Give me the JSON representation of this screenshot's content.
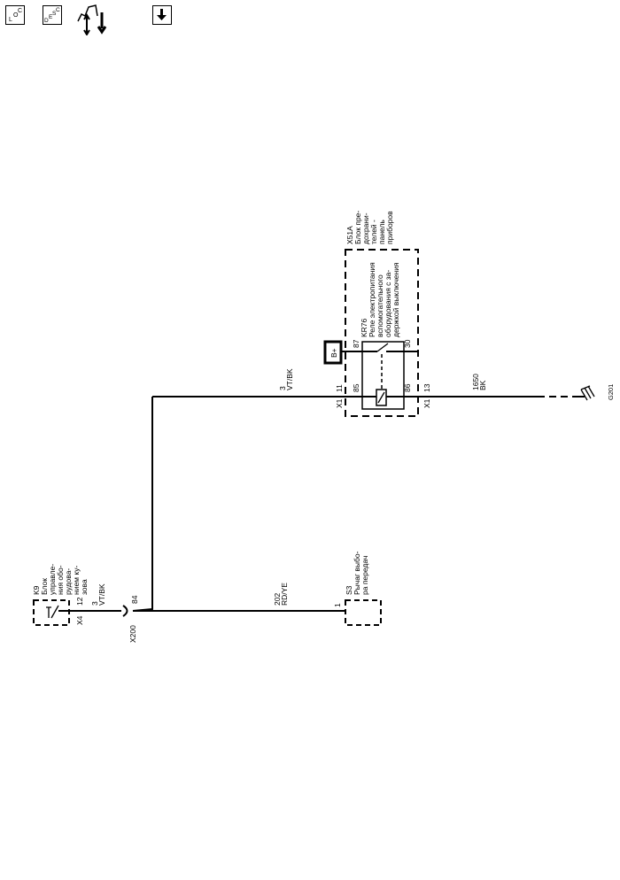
{
  "toolbar": {
    "loc_icon": "loc-icon",
    "desc_icon": "desc-icon",
    "loc_text": [
      "L",
      "O",
      "C"
    ],
    "desc_text": [
      "D",
      "E",
      "S",
      "C"
    ],
    "download_icon": "arrow-down-icon"
  },
  "diagram": {
    "x51a": {
      "lines": [
        "X51A",
        "Блок пре-",
        "дохрани-",
        "телей -",
        "панель",
        "приборов"
      ]
    },
    "kr76": {
      "lines": [
        "KR76",
        "Реле электропитания",
        "вспомогательного",
        "оборудования с за-",
        "держкой выключения"
      ]
    },
    "b_plus": "B+",
    "pins": {
      "p87": "87",
      "p30": "30",
      "p85": "85",
      "p86": "86",
      "x1a": "X1",
      "p11": "11",
      "x1b": "X1",
      "p13": "13"
    },
    "wire_top": {
      "circuit": "3",
      "color": "VT/BK"
    },
    "wire_ground": {
      "circuit": "1650",
      "color": "BK"
    },
    "ground": "G201",
    "k9": {
      "lines": [
        "K9",
        "Блок",
        "управле-",
        "ния обо-",
        "рудова-",
        "нием ку-",
        "зова"
      ]
    },
    "x4": "X4",
    "p12": "12",
    "wire_k9": {
      "circuit": "3",
      "color": "VT/BK"
    },
    "x200": "X200",
    "p84": "84",
    "wire_s3": {
      "circuit": "202",
      "color": "RD/YE"
    },
    "p1": "1",
    "s3": {
      "lines": [
        "S3",
        "Рычаг выбо-",
        "ра передач"
      ]
    }
  }
}
